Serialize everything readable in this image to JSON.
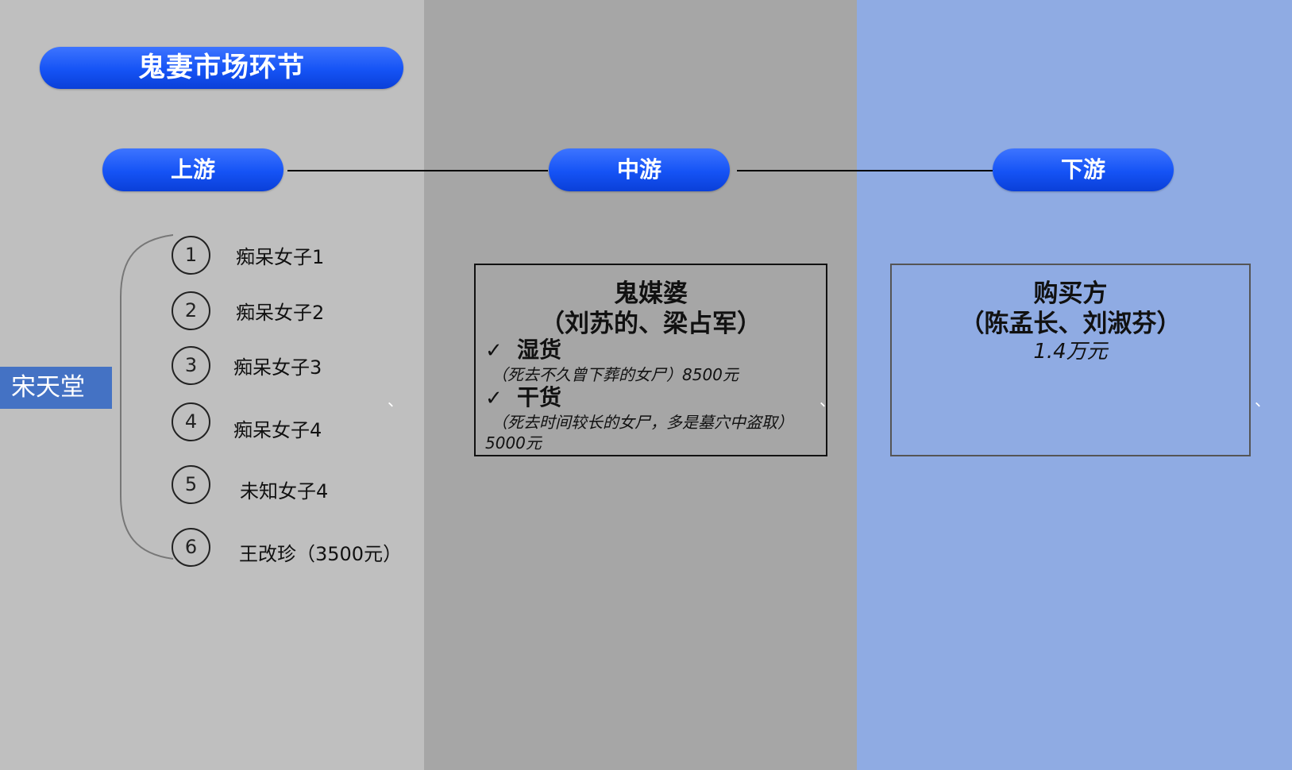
{
  "title": "鬼妻市场环节",
  "stages": {
    "upstream": "上游",
    "midstream": "中游",
    "downstream": "下游"
  },
  "source": "宋天堂",
  "upstream_items": [
    {
      "num": "1",
      "label": "痴呆女子1"
    },
    {
      "num": "2",
      "label": "痴呆女子2"
    },
    {
      "num": "3",
      "label": "痴呆女子3"
    },
    {
      "num": "4",
      "label": "痴呆女子4"
    },
    {
      "num": "5",
      "label": "未知女子4"
    },
    {
      "num": "6",
      "label": "王改珍（3500元）"
    }
  ],
  "mid_box": {
    "title_line1": "鬼媒婆",
    "title_line2": "（刘苏的、梁占军）",
    "check_mark": "✓",
    "wet_label": "湿货",
    "wet_note": "（死去不久曾下葬的女尸）8500元",
    "dry_label": "干货",
    "dry_note_line1": "（死去时间较长的女尸，多是墓穴中盗取）",
    "dry_note_line2": "5000元"
  },
  "right_box": {
    "title_line1": "购买方",
    "title_line2": "（陈孟长、刘淑芬）",
    "price": "1.4万元"
  },
  "ticks": [
    "、",
    "、",
    "、"
  ],
  "colors": {
    "left_column": "#bfbfbf",
    "middle_column": "#a6a6a6",
    "right_column": "#8fabe3",
    "pill_blue": "#1553f5",
    "source_box": "#4472c4"
  }
}
